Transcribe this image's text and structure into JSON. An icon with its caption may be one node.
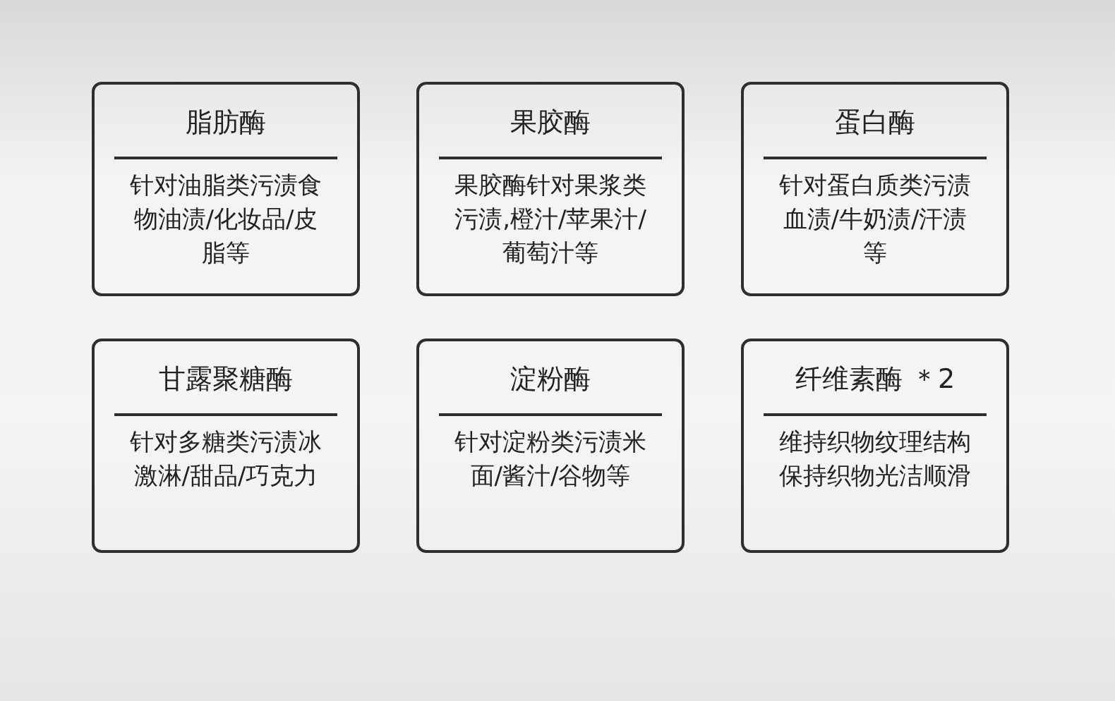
{
  "diagram": {
    "nodes": [
      {
        "text": [
          "脂肪酶",
          "针对油脂类污渍食物油渍/化妆品/皮脂等"
        ]
      },
      {
        "text": [
          "果胶酶",
          "果胶酶针对果浆类污渍,橙汁/苹果汁/葡萄汁等"
        ]
      },
      {
        "text": [
          "蛋白酶",
          "针对蛋白质类污渍血渍/牛奶渍/汗渍等"
        ]
      },
      {
        "text": [
          "甘露聚糖酶",
          "针对多糖类污渍冰激淋/甜品/巧克力"
        ]
      },
      {
        "text": [
          "淀粉酶",
          "针对淀粉类污渍米面/酱汁/谷物等"
        ]
      },
      {
        "text": [
          "纤维素酶 ＊2",
          "维持织物纹理结构保持织物光洁顺滑"
        ]
      }
    ]
  }
}
